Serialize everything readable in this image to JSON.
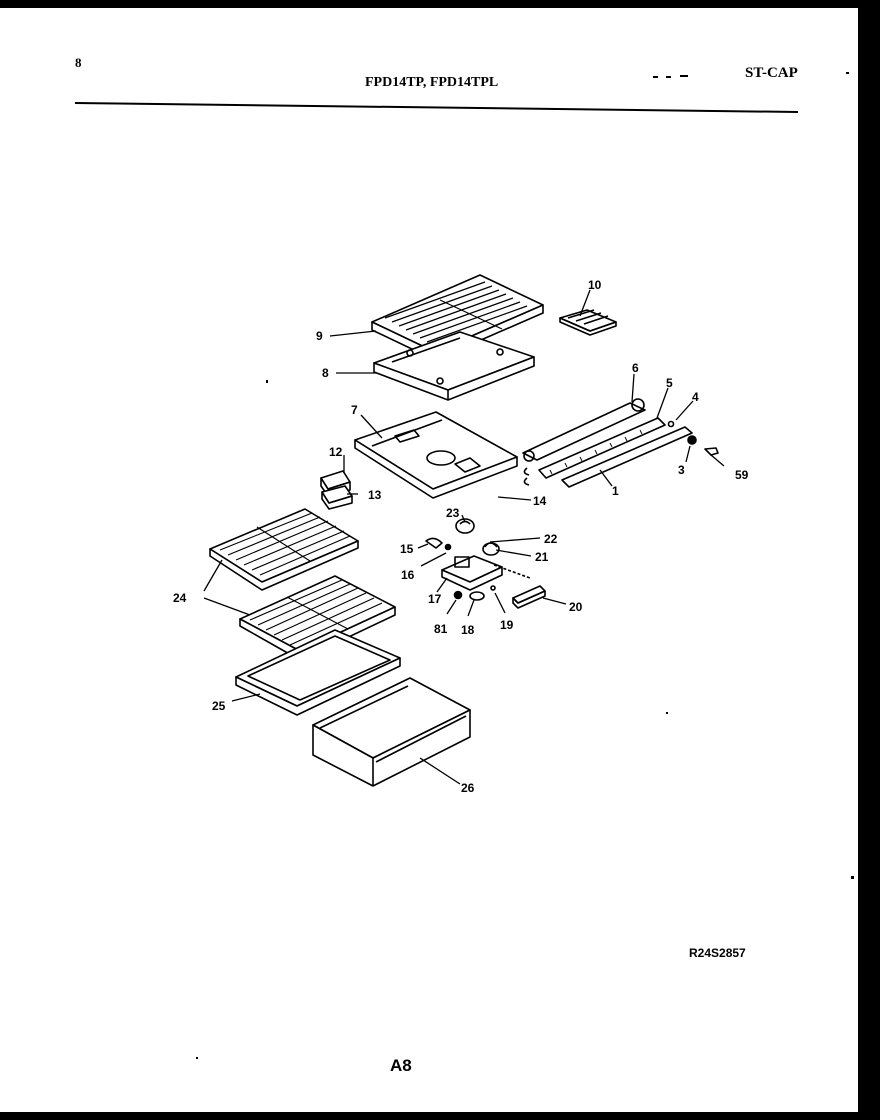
{
  "header": {
    "page_number": "8",
    "model_numbers": "FPD14TP, FPD14TPL",
    "category_code": "ST-CAP"
  },
  "diagram": {
    "part_callouts": [
      "10",
      "9",
      "8",
      "6",
      "5",
      "4",
      "7",
      "12",
      "13",
      "14",
      "3",
      "59",
      "1",
      "23",
      "22",
      "15",
      "21",
      "16",
      "24",
      "17",
      "81",
      "18",
      "19",
      "20",
      "25",
      "26"
    ],
    "drawing_number": "R24S2857"
  },
  "footer": {
    "page_code": "A8"
  }
}
